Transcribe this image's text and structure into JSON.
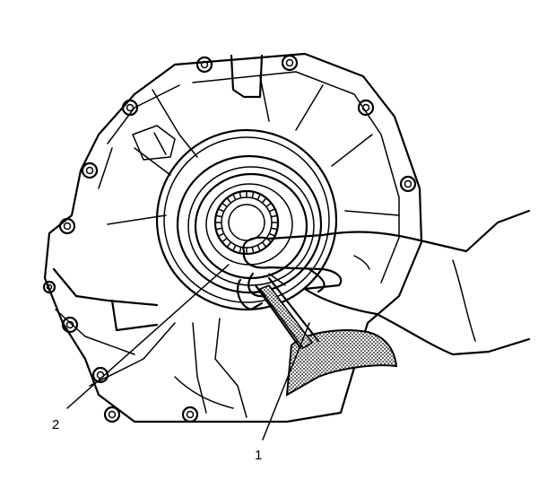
{
  "callouts": [
    {
      "id": "1",
      "text": "1"
    },
    {
      "id": "2",
      "text": "2"
    }
  ],
  "colors": {
    "ink": "#000000",
    "paper": "#ffffff",
    "shade": "#8a8a8a"
  }
}
